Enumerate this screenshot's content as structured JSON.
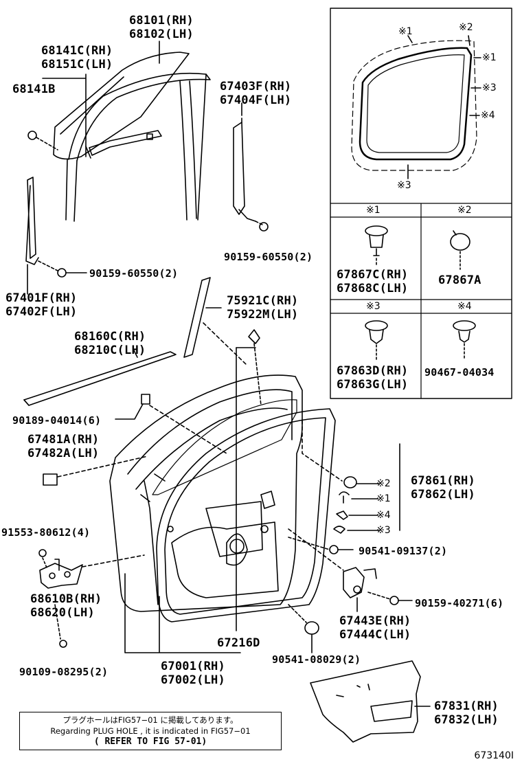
{
  "parts": {
    "p68101": "68101(RH)",
    "p68102": "68102(LH)",
    "p68141C": "68141C(RH)",
    "p68151C": "68151C(LH)",
    "p68141B": "68141B",
    "p67403F": "67403F(RH)",
    "p67404F": "67404F(LH)",
    "p90159_60550_a": "90159-60550(2)",
    "p90159_60550_b": "90159-60550(2)",
    "p67401F": "67401F(RH)",
    "p67402F": "67402F(LH)",
    "p75921C": "75921C(RH)",
    "p75922M": "75922M(LH)",
    "p68160C": "68160C(RH)",
    "p68210C": "68210C(LH)",
    "p90189": "90189-04014(6)",
    "p67481A": "67481A(RH)",
    "p67482A": "67482A(LH)",
    "p91553": "91553-80612(4)",
    "p68610B": "68610B(RH)",
    "p68620": "68620(LH)",
    "p90109": "90109-08295(2)",
    "p67001": "67001(RH)",
    "p67002": "67002(LH)",
    "p67216D": "67216D",
    "p90541_08029": "90541-08029(2)",
    "p67861": "67861(RH)",
    "p67862": "67862(LH)",
    "p90541_09137": "90541-09137(2)",
    "p90159_40271": "90159-40271(6)",
    "p67443E": "67443E(RH)",
    "p67444C": "67444C(LH)",
    "p67831": "67831(RH)",
    "p67832": "67832(LH)"
  },
  "callouts": {
    "c2": "※2",
    "c1": "※1",
    "c4": "※4",
    "c3": "※3"
  },
  "inset": {
    "marks": [
      "※1",
      "※2",
      "※1",
      "※3",
      "※4",
      "※3"
    ],
    "cells": [
      {
        "header": "※1",
        "line1": "67867C(RH)",
        "line2": "67868C(LH)"
      },
      {
        "header": "※2",
        "line1": "67867A",
        "line2": ""
      },
      {
        "header": "※3",
        "line1": "67863D(RH)",
        "line2": "67863G(LH)"
      },
      {
        "header": "※4",
        "line1": "90467-04034",
        "line2": ""
      }
    ]
  },
  "note": {
    "line1": "プラグホールはFIG57−01 に掲載してあります。",
    "line2": "Regarding PLUG HOLE , it is indicated in FIG57−01",
    "line3": "( REFER TO FIG 57-01)"
  },
  "diagram_id": "673140I"
}
